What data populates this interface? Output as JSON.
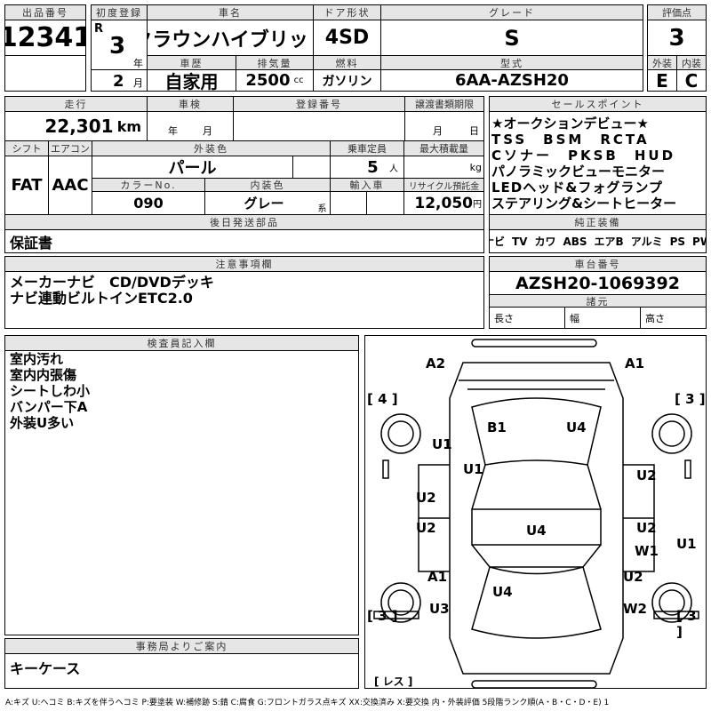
{
  "lot": {
    "label": "出品番号",
    "value": "12341"
  },
  "first_reg": {
    "label": "初度登録",
    "era": "R",
    "year": "3",
    "year_unit": "年",
    "month": "2",
    "month_unit": "月"
  },
  "car_name": {
    "label": "車名",
    "value": "クラウンハイブリッド"
  },
  "history": {
    "label": "車歴",
    "value": "自家用"
  },
  "displacement": {
    "label": "排気量",
    "value": "2500",
    "unit": "cc"
  },
  "door": {
    "label": "ドア形状",
    "value": "4SD"
  },
  "fuel": {
    "label": "燃料",
    "value": "ガソリン"
  },
  "grade": {
    "label": "グレード",
    "value": "S"
  },
  "model": {
    "label": "型式",
    "value": "6AA-AZSH20"
  },
  "score": {
    "label": "評価点",
    "value": "3",
    "ext_label": "外装",
    "ext": "E",
    "int_label": "内装",
    "int": "C"
  },
  "mileage": {
    "label": "走行",
    "value": "22,301",
    "unit": "km"
  },
  "inspection": {
    "label": "車検",
    "year_unit": "年",
    "month_unit": "月"
  },
  "reg_number": {
    "label": "登録番号"
  },
  "transfer": {
    "label": "譲渡書類期限",
    "month_unit": "月",
    "day_unit": "日"
  },
  "shift": {
    "label": "シフト",
    "value": "FAT"
  },
  "aircon": {
    "label": "エアコン",
    "value": "AAC"
  },
  "ext_color": {
    "label": "外装色",
    "value": "パール"
  },
  "capacity": {
    "label": "乗車定員",
    "value": "5",
    "unit": "人"
  },
  "max_load": {
    "label": "最大積載量",
    "unit": "kg"
  },
  "color_no": {
    "label": "カラーNo.",
    "value": "090"
  },
  "int_color": {
    "label": "内装色",
    "value": "グレー",
    "unit": "系"
  },
  "import": {
    "label": "輸入車"
  },
  "recycle": {
    "label": "リサイクル預託金",
    "value": "12,050",
    "unit": "円"
  },
  "later_parts": {
    "label": "後日発送部品",
    "value": "保証書"
  },
  "sales_points": {
    "label": "セールスポイント",
    "lines": [
      "★オークションデビュー★",
      "TSS　BSM　RCTA",
      "Cソナー　PKSB　HUD",
      "パノラミックビューモニター",
      "LEDヘッド&フォグランプ",
      "ステアリング&シートヒーター"
    ]
  },
  "equipment": {
    "label": "純正装備",
    "items": [
      "ナビ",
      "TV",
      "カワ",
      "ABS",
      "エアB",
      "アルミ",
      "PS",
      "PW"
    ]
  },
  "notes": {
    "label": "注意事項欄",
    "lines": [
      "メーカーナビ　CD/DVDデッキ",
      "ナビ連動ビルトインETC2.0"
    ]
  },
  "chassis": {
    "label": "車台番号",
    "value": "AZSH20-1069392",
    "dims_label": "諸元",
    "length": "長さ",
    "width": "幅",
    "height": "高さ"
  },
  "inspector": {
    "label": "検査員記入欄",
    "lines": [
      "室内汚れ",
      "室内内張傷",
      "シートしわ小",
      "バンパー下A",
      "外装U多い"
    ]
  },
  "office": {
    "label": "事務局よりご案内",
    "value": "キーケース"
  },
  "diagram": {
    "marks": [
      "A2",
      "A1",
      "[ 4 ]",
      "[ 3 ]",
      "B1",
      "U4",
      "U1",
      "U1",
      "U2",
      "U2",
      "U2",
      "U2",
      "U4",
      "W1",
      "U1",
      "A1",
      "U2",
      "U4",
      "U3",
      "W2",
      "[ 3 ]",
      "[ 3 ]",
      "[ レス ]"
    ]
  },
  "legend": "A:キズ U:ヘコミ B:キズを伴うヘコミ P:要塗装 W:補修跡 S:錆 C:腐食 G:フロントガラス点キズ XX:交換済み X:要交換 内・外装評価 5段階ランク順(A・B・C・D・E) 1"
}
